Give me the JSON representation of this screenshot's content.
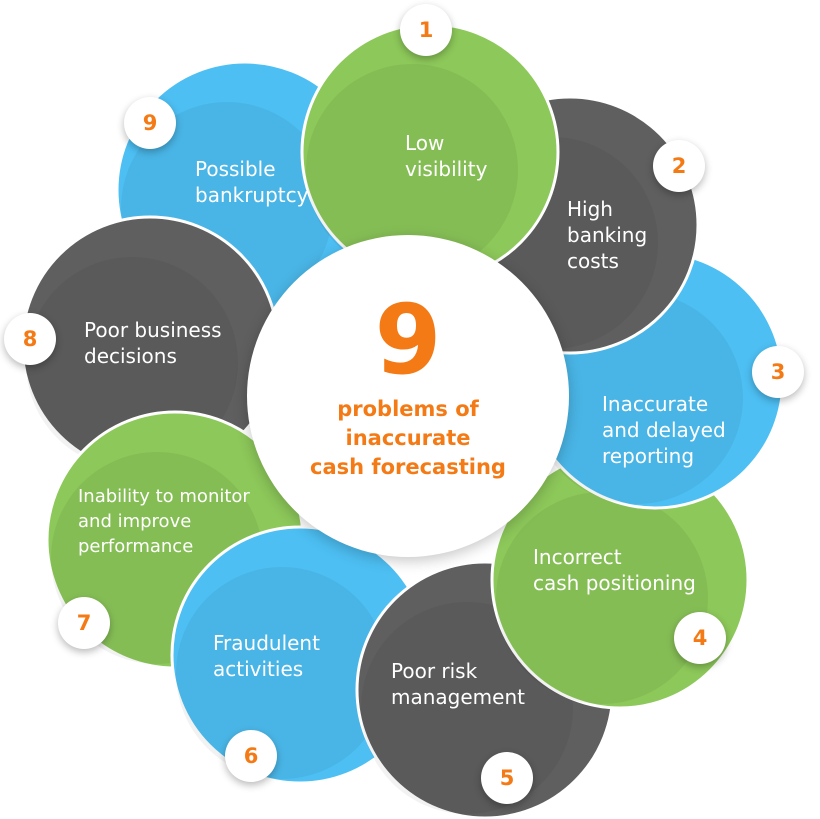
{
  "colors": {
    "green": "#8dc85a",
    "dark": "#5f5f5f",
    "blue": "#4dbff3",
    "accent": "#f47a15"
  },
  "center": {
    "number": "9",
    "caption": "problems of\ninaccurate\ncash forecasting"
  },
  "problems": [
    {
      "number": "1",
      "label": "Low\nvisibility",
      "color": "green"
    },
    {
      "number": "2",
      "label": "High\nbanking\ncosts",
      "color": "dark"
    },
    {
      "number": "3",
      "label": "Inaccurate\nand delayed\nreporting",
      "color": "blue"
    },
    {
      "number": "4",
      "label": "Incorrect\ncash positioning",
      "color": "green"
    },
    {
      "number": "5",
      "label": "Poor risk\nmanagement",
      "color": "dark"
    },
    {
      "number": "6",
      "label": "Fraudulent\nactivities",
      "color": "blue"
    },
    {
      "number": "7",
      "label": "Inability to monitor\nand improve\nperformance",
      "color": "green"
    },
    {
      "number": "8",
      "label": "Poor business\ndecisions",
      "color": "dark"
    },
    {
      "number": "9",
      "label": "Possible\nbankruptcy",
      "color": "blue"
    }
  ]
}
